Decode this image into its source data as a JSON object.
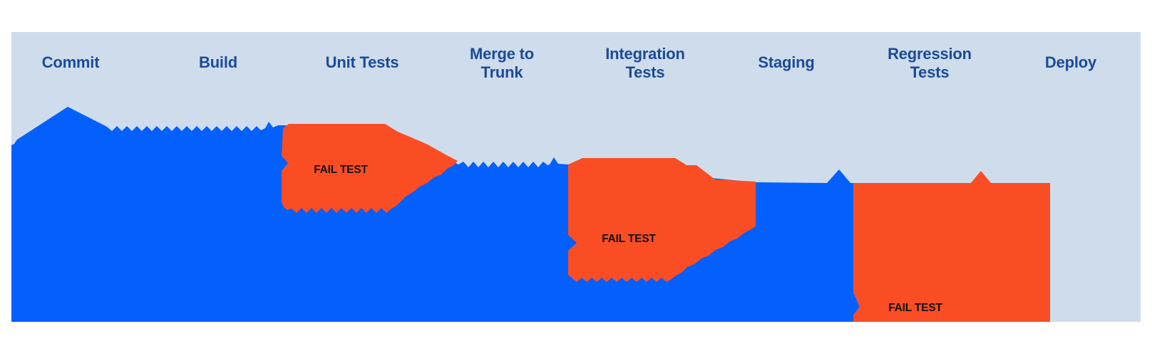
{
  "diagram": {
    "stages": [
      {
        "label": "Commit"
      },
      {
        "label": "Build"
      },
      {
        "label": "Unit Tests"
      },
      {
        "label": "Merge to\nTrunk"
      },
      {
        "label": "Integration\nTests"
      },
      {
        "label": "Staging"
      },
      {
        "label": "Regression\nTests"
      },
      {
        "label": "Deploy"
      }
    ],
    "fail_markers": [
      {
        "label": "FAIL TEST"
      },
      {
        "label": "FAIL TEST"
      },
      {
        "label": "FAIL TEST"
      }
    ],
    "colors": {
      "page_background": "#ffffff",
      "panel": "#cfdcec",
      "flow_success": "#0360fc",
      "flow_fail": "#fb4d24",
      "stage_label": "#1b4b97",
      "fail_label": "#111111"
    }
  }
}
